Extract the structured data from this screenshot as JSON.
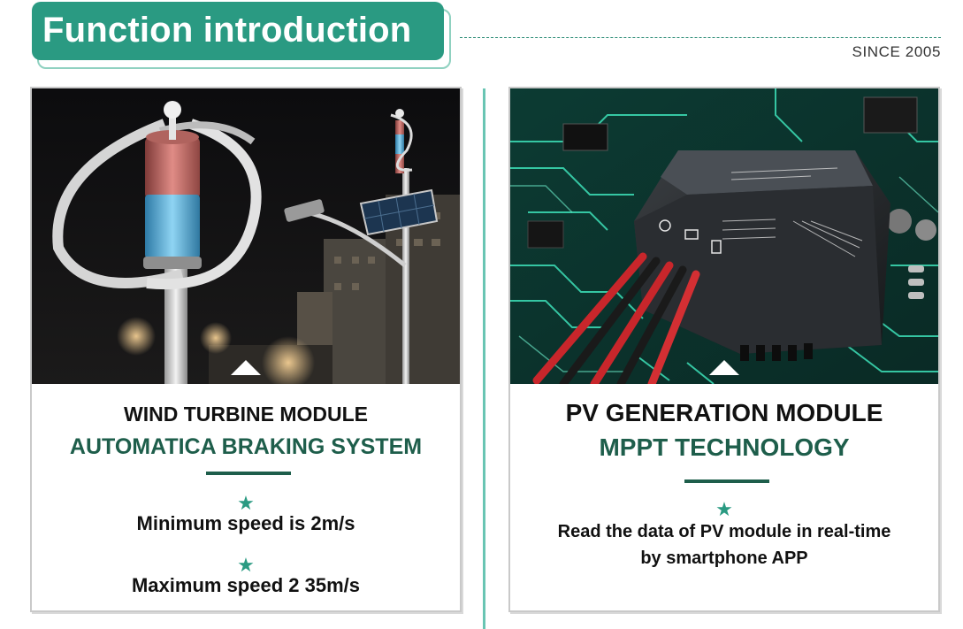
{
  "header": {
    "title": "Function introduction",
    "since": "SINCE 2005"
  },
  "cards": [
    {
      "module_title": "WIND TURBINE MODULE",
      "subtitle": "AUTOMATICA BRAKING SYSTEM",
      "features": [
        "Minimum speed is 2m/s",
        "Maximum speed 2 35m/s"
      ]
    },
    {
      "module_title": "PV GENERATION MODULE",
      "subtitle": "MPPT TECHNOLOGY",
      "features": [
        "Read the data of PV module in real-time",
        "by smartphone APP"
      ]
    }
  ],
  "icons": {
    "feature_marker": "star-icon",
    "star_glyph": "★"
  },
  "colors": {
    "brand": "#2a9a82",
    "dark_green": "#1e5e4b",
    "divider": "#69c5b3"
  }
}
